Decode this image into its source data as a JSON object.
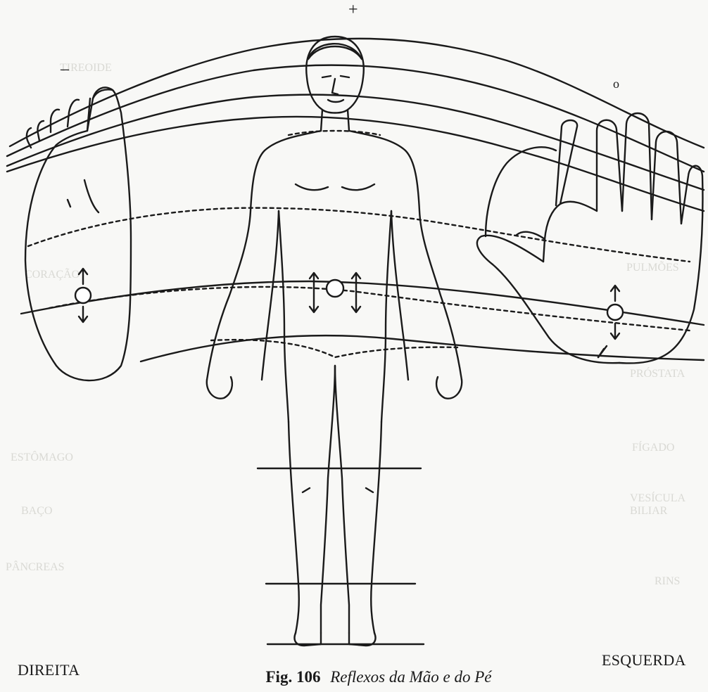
{
  "symbols": {
    "plus": "+",
    "minus": "–",
    "circle": "o"
  },
  "labels": {
    "right": "DIREITA",
    "left": "ESQUERDA"
  },
  "caption": {
    "number": "Fig. 106",
    "title": "Reflexos da Mão e do Pé"
  },
  "show_through_text": [
    "TIREOIDE",
    "CORAÇÃO",
    "PULMÕES",
    "PRÓSTATA",
    "ESTÔMAGO",
    "BAÇO",
    "PÂNCREAS",
    "FÍGADO",
    "VESÍCULA BILIAR",
    "RINS"
  ],
  "colors": {
    "ink": "#1a1a1a",
    "paper": "#f8f8f6",
    "show_through": "#d9d9d4"
  }
}
